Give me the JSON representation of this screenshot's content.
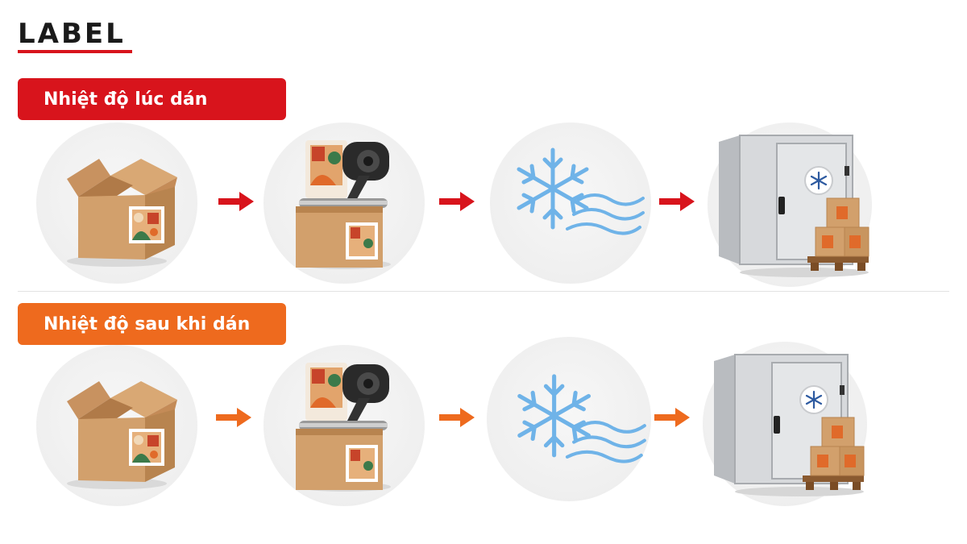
{
  "logo": {
    "text": "LABEL",
    "accent": "#d8141c"
  },
  "colors": {
    "red": "#d8141c",
    "orange": "#ee6a1e",
    "box": "#d2a06c",
    "snowflake": "#6fb3e8",
    "freezer": "#d7d9dc"
  },
  "sections": [
    {
      "label": "Nhiệt độ lúc dán",
      "steps": [
        {
          "icon": "cardboard-box-icon"
        },
        {
          "icon": "label-applicator-icon"
        },
        {
          "icon": "snowflake-wind-icon"
        },
        {
          "icon": "cold-storage-room-icon"
        }
      ]
    },
    {
      "label": "Nhiệt độ sau khi dán",
      "steps": [
        {
          "icon": "cardboard-box-icon"
        },
        {
          "icon": "label-applicator-icon"
        },
        {
          "icon": "snowflake-wind-icon"
        },
        {
          "icon": "cold-storage-room-icon"
        }
      ]
    }
  ]
}
